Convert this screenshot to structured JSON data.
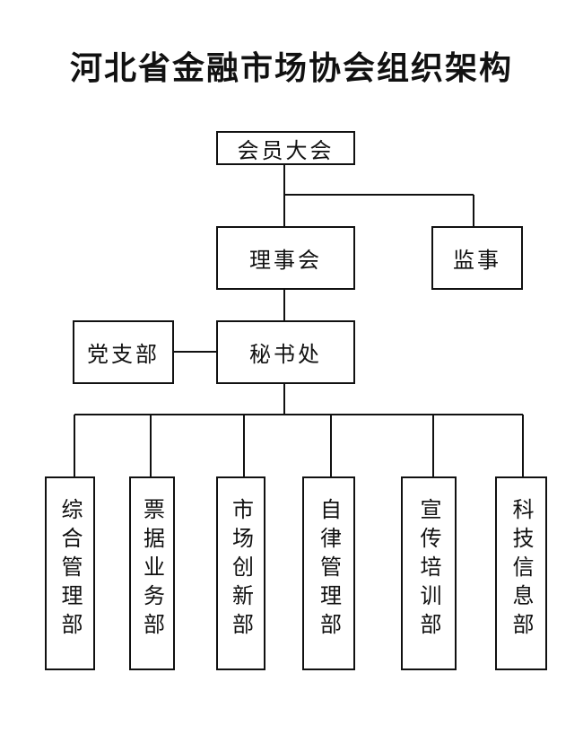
{
  "title": "河北省金融市场协会组织架构",
  "nodes": {
    "general_assembly": "会员大会",
    "council": "理事会",
    "supervisor": "监事",
    "secretariat": "秘书处",
    "party_branch": "党支部"
  },
  "departments": [
    "综合管理部",
    "票据业务部",
    "市场创新部",
    "自律管理部",
    "宣传培训部",
    "科技信息部"
  ]
}
